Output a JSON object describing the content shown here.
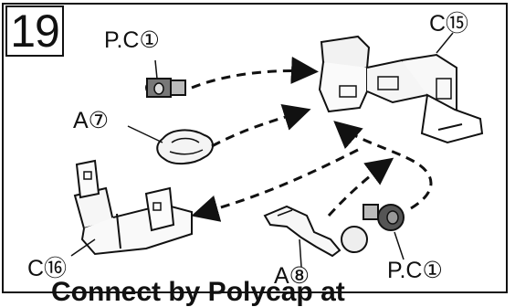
{
  "step": {
    "number": "19"
  },
  "labels": {
    "pc_top": "P.C①",
    "c15": "C⑮",
    "a7": "A⑦",
    "c16": "C⑯",
    "a8": "A⑧",
    "pc_bottom": "P.C①"
  },
  "caption": "Connect by Polycap at"
}
